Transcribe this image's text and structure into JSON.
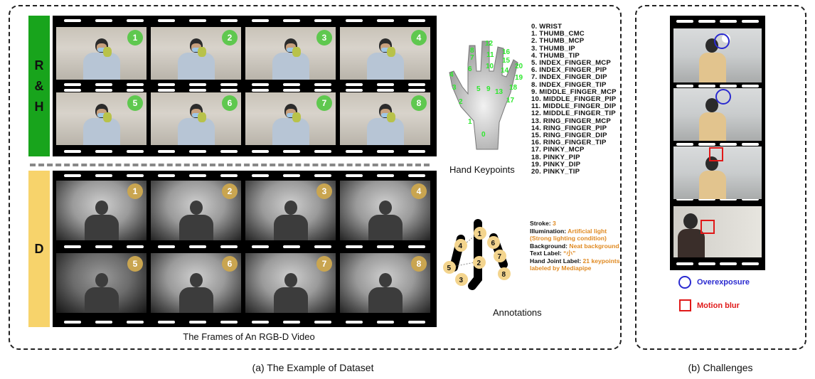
{
  "panel_a": {
    "caption": "(a) The Example of Dataset",
    "rh_label": [
      "R",
      "&",
      "H"
    ],
    "d_label": "D",
    "frames_caption": "The Frames of An RGB-D Video",
    "rgb_numbers": [
      "1",
      "2",
      "3",
      "4",
      "5",
      "6",
      "7",
      "8"
    ],
    "depth_numbers": [
      "1",
      "2",
      "3",
      "4",
      "5",
      "6",
      "7",
      "8"
    ],
    "hand_keypoints_label": "Hand Keypoints",
    "hand_points": [
      "0",
      "1",
      "2",
      "3",
      "4",
      "5",
      "6",
      "7",
      "8",
      "9",
      "10",
      "11",
      "12",
      "13",
      "14",
      "15",
      "16",
      "17",
      "18",
      "19",
      "20"
    ],
    "keypoints": [
      "0. WRIST",
      "1. THUMB_CMC",
      "2. THUMB_MCP",
      "3. THUMB_IP",
      "4. THUMB_TIP",
      "5. INDEX_FINGER_MCP",
      "6. INDEX_FINGER_PIP",
      "7. INDEX_FINGER_DIP",
      "8. INDEX_FINGER_TIP",
      "9. MIDDLE_FINGER_MCP",
      "10. MIDDLE_FINGER_PIP",
      "11. MIDDLE_FINGER_DIP",
      "12. MIDDLE_FINGER_TIP",
      "13. RING_FINGER_MCP",
      "14. RING_FINGER_PIP",
      "15. RING_FINGER_DIP",
      "16. RING_FINGER_TIP",
      "17. PINKY_MCP",
      "18. PINKY_PIP",
      "19. PINKY_DIP",
      "20. PINKY_TIP"
    ],
    "annotations_label": "Annotations",
    "stroke_numbers": [
      "1",
      "2",
      "3",
      "4",
      "5",
      "6",
      "7",
      "8"
    ],
    "annotation": {
      "stroke_key": "Stroke:",
      "stroke_val": "3",
      "illum_key": "Illumination:",
      "illum_val": "Artificial light (Strong  lighting condition)",
      "bg_key": "Background:",
      "bg_val": "Neat background",
      "text_key": "Text Label:",
      "text_val": "“小”",
      "joint_key": "Hand Joint Label:",
      "joint_val": "21 keypoints labeled by Mediapipe"
    }
  },
  "panel_b": {
    "caption": "(b) Challenges",
    "legend_overexposure": "Overexposure",
    "legend_motion_blur": "Motion blur",
    "overexposure_color": "#2a2ad0",
    "motion_blur_color": "#e01818"
  },
  "colors": {
    "rh_bar": "#18a41c",
    "d_bar": "#f7d36b",
    "green_badge": "#5fc84f",
    "gold_badge": "#c9a550",
    "keypoint_green": "#2ee82e",
    "orange_value": "#e08a22"
  }
}
